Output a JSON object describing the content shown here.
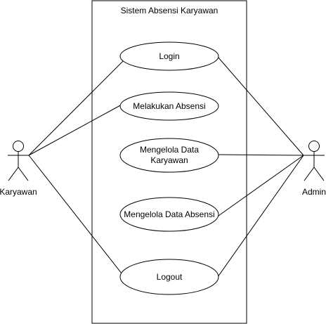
{
  "system_boundary": {
    "title": "Sistem Absensi Karyawan"
  },
  "actors": {
    "karyawan": {
      "label": "Karyawan"
    },
    "admin": {
      "label": "Admin"
    }
  },
  "use_cases": {
    "login": {
      "line1": "Login",
      "line2": ""
    },
    "melakukan_absensi": {
      "line1": "Melakukan Absensi",
      "line2": ""
    },
    "mengelola_data_karyawan": {
      "line1": "Mengelola Data",
      "line2": "Karyawan"
    },
    "mengelola_data_absensi": {
      "line1": "Mengelola Data Absensi",
      "line2": ""
    },
    "logout": {
      "line1": "Logout",
      "line2": ""
    }
  },
  "colors": {
    "stroke": "#000000",
    "background": "#ffffff"
  }
}
